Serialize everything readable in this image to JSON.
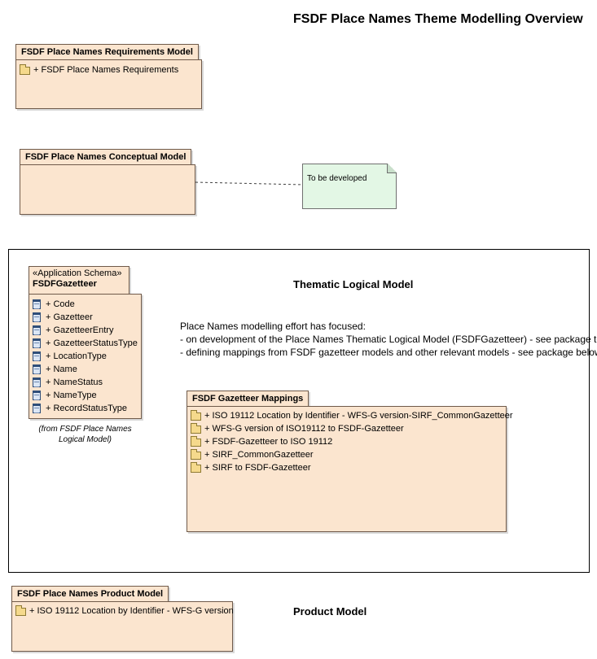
{
  "title": "FSDF Place Names Theme Modelling Overview",
  "requirements_pkg": {
    "name": "FSDF Place Names Requirements Model",
    "items": [
      "+ FSDF Place Names Requirements"
    ]
  },
  "conceptual_pkg": {
    "name": "FSDF Place Names Conceptual Model"
  },
  "note": {
    "text": "To be developed"
  },
  "logical_section": {
    "title": "Thematic Logical Model",
    "description": [
      "Place Names modelling effort has focused:",
      "- on development of the Place Names Thematic Logical Model (FSDFGazetteer) - see package to left",
      "- defining mappings from FSDF gazetteer models and other relevant models - see package below"
    ]
  },
  "fsdf_gazetteer_pkg": {
    "stereotype": "«Application Schema»",
    "name": "FSDFGazetteer",
    "items": [
      "+ Code",
      "+ Gazetteer",
      "+ GazetteerEntry",
      "+ GazetteerStatusType",
      "+ LocationType",
      "+ Name",
      "+ NameStatus",
      "+ NameType",
      "+ RecordStatusType"
    ],
    "from": [
      "(from FSDF Place Names",
      "Logical Model)"
    ]
  },
  "mappings_pkg": {
    "name": "FSDF Gazetteer Mappings",
    "items": [
      "+ ISO 19112 Location by Identifier - WFS-G version-SIRF_CommonGazetteer",
      "+ WFS-G version of ISO19112  to FSDF-Gazetteer",
      "+ FSDF-Gazetteer to ISO 19112",
      "+ SIRF_CommonGazetteer",
      "+ SIRF to FSDF-Gazetteer"
    ]
  },
  "product_pkg": {
    "name": "FSDF Place Names Product Model",
    "items": [
      "+ ISO 19112 Location by Identifier - WFS-G version"
    ]
  },
  "product_section": {
    "title": "Product Model"
  },
  "icons": {
    "package": "folder-icon",
    "class": "class-icon"
  }
}
